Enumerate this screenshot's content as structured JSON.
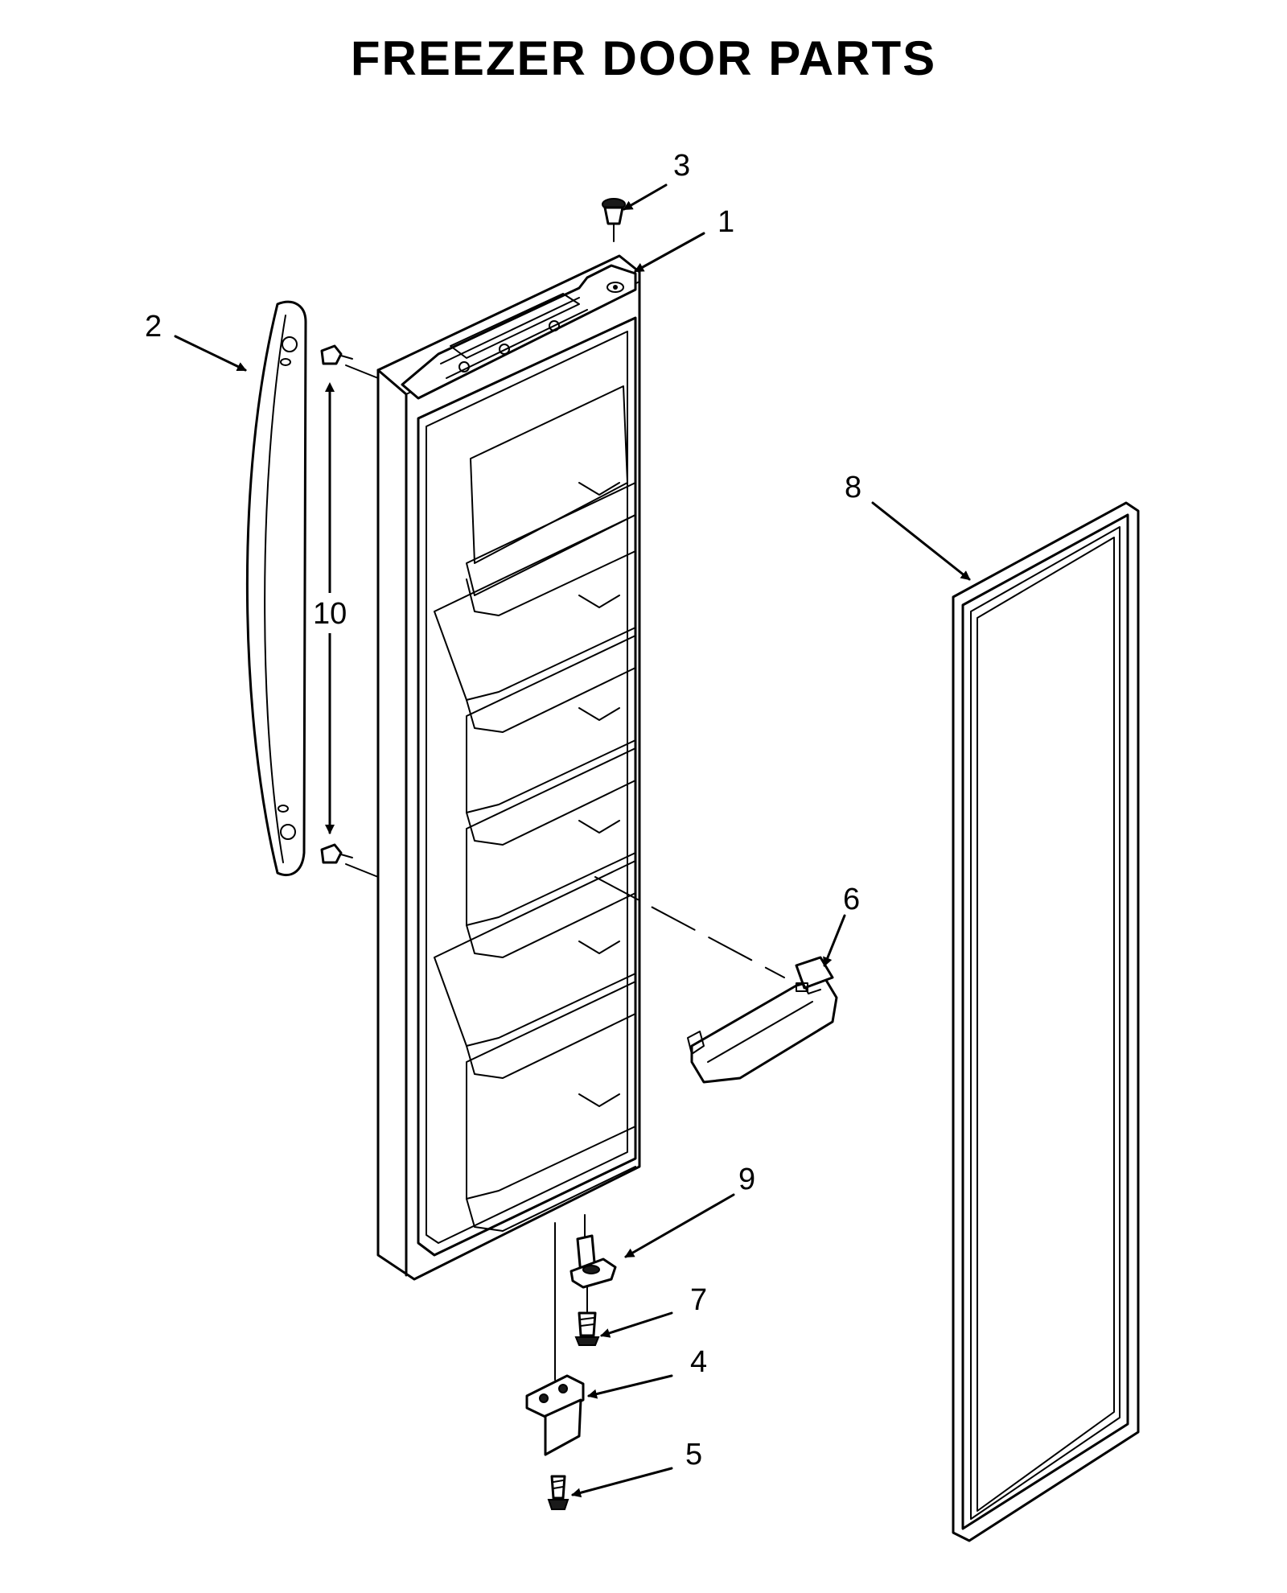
{
  "title": "FREEZER DOOR PARTS",
  "callouts": [
    "1",
    "2",
    "3",
    "4",
    "5",
    "6",
    "7",
    "8",
    "9",
    "10"
  ],
  "parts": [
    {
      "id": "door-assembly",
      "callout": "1"
    },
    {
      "id": "handle",
      "callout": "2"
    },
    {
      "id": "door-cap-plug",
      "callout": "3"
    },
    {
      "id": "lower-hinge-bracket",
      "callout": "4"
    },
    {
      "id": "hinge-screw",
      "callout": "5"
    },
    {
      "id": "door-shelf-bin",
      "callout": "6"
    },
    {
      "id": "hinge-pin-screw",
      "callout": "7"
    },
    {
      "id": "door-gasket",
      "callout": "8"
    },
    {
      "id": "hinge-pin",
      "callout": "9"
    },
    {
      "id": "handle-mounting-studs",
      "callout": "10"
    }
  ]
}
